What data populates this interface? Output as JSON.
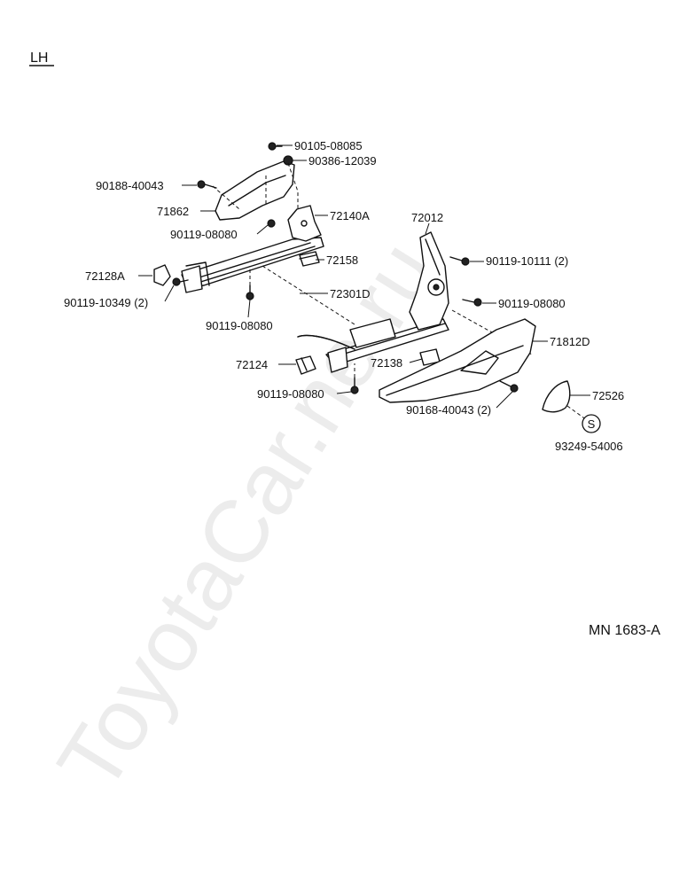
{
  "side_label": "LH",
  "diagram_code": "MN 1683-A",
  "watermark": "ToyotaCar.ne.ru",
  "parts": {
    "p90105": "90105-08085",
    "p90386": "90386-12039",
    "p90188": "90188-40043",
    "p71862": "71862",
    "p72140A": "72140A",
    "p90119_08080_a": "90119-08080",
    "p72158": "72158",
    "p72128A": "72128A",
    "p72301D": "72301D",
    "p90119_10349": "90119-10349 (2)",
    "p90119_08080_b": "90119-08080",
    "p72012": "72012",
    "p90119_10111": "90119-10111 (2)",
    "p90119_08080_c": "90119-08080",
    "p71812D": "71812D",
    "p72124": "72124",
    "p72138": "72138",
    "p90119_08080_d": "90119-08080",
    "p90168": "90168-40043 (2)",
    "p72526": "72526",
    "p93249": "93249-54006",
    "s_mark": "S"
  }
}
